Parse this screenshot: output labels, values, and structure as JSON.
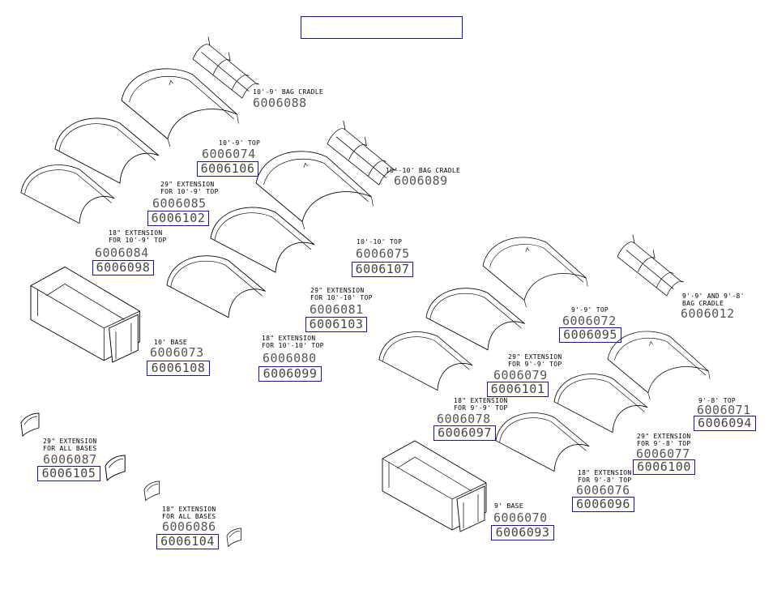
{
  "title_box": "",
  "parts": {
    "bag_cradle_10_9": {
      "desc": [
        "10'-9' BAG CRADLE"
      ],
      "pn": "6006088"
    },
    "top_10_9": {
      "desc": [
        "10'-9' TOP"
      ],
      "pn": "6006074",
      "new_pn": "6006106"
    },
    "ext29_10_9": {
      "desc": [
        "29\" EXTENSION",
        "FOR 10'-9' TOP"
      ],
      "pn": "6006085",
      "new_pn": "6006102"
    },
    "ext18_10_9": {
      "desc": [
        "18\" EXTENSION",
        "FOR 10'-9' TOP"
      ],
      "pn": "6006084",
      "new_pn": "6006098"
    },
    "base_10": {
      "desc": [
        "10' BASE"
      ],
      "pn": "6006073",
      "new_pn": "6006108"
    },
    "bag_cradle_10_10": {
      "desc": [
        "10'-10' BAG CRADLE"
      ],
      "pn": "6006089"
    },
    "top_10_10": {
      "desc": [
        "10'-10' TOP"
      ],
      "pn": "6006075",
      "new_pn": "6006107"
    },
    "ext29_10_10": {
      "desc": [
        "29\" EXTENSION",
        "FOR 10'-10' TOP"
      ],
      "pn": "6006081",
      "new_pn": "6006103"
    },
    "ext18_10_10": {
      "desc": [
        "18\" EXTENSION",
        "FOR 10'-10' TOP"
      ],
      "pn": "6006080",
      "new_pn": "6006099"
    },
    "bag_cradle_9": {
      "desc": [
        "9'-9' AND 9'-8'",
        "BAG CRADLE"
      ],
      "pn": "6006012"
    },
    "top_9_9": {
      "desc": [
        "9'-9' TOP"
      ],
      "pn": "6006072",
      "new_pn": "6006095"
    },
    "ext29_9_9": {
      "desc": [
        "29\" EXTENSION",
        "FOR 9'-9' TOP"
      ],
      "pn": "6006079",
      "new_pn": "6006101"
    },
    "ext18_9_9": {
      "desc": [
        "18\" EXTENSION",
        "FOR 9'-9' TOP"
      ],
      "pn": "6006078",
      "new_pn": "6006097"
    },
    "top_9_8": {
      "desc": [
        "9'-8' TOP"
      ],
      "pn": "6006071",
      "new_pn": "6006094"
    },
    "ext29_9_8": {
      "desc": [
        "29\" EXTENSION",
        "FOR 9'-8' TOP"
      ],
      "pn": "6006077",
      "new_pn": "6006100"
    },
    "ext18_9_8": {
      "desc": [
        "18\" EXTENSION",
        "FOR 9'-8' TOP"
      ],
      "pn": "6006076",
      "new_pn": "6006096"
    },
    "base_9": {
      "desc": [
        "9' BASE"
      ],
      "pn": "6006070",
      "new_pn": "6006093"
    },
    "ext29_all": {
      "desc": [
        "29\" EXTENSION",
        "FOR ALL BASES"
      ],
      "pn": "6006087",
      "new_pn": "6006105"
    },
    "ext18_all": {
      "desc": [
        "18\" EXTENSION",
        "FOR ALL BASES"
      ],
      "pn": "6006086",
      "new_pn": "6006104"
    }
  }
}
